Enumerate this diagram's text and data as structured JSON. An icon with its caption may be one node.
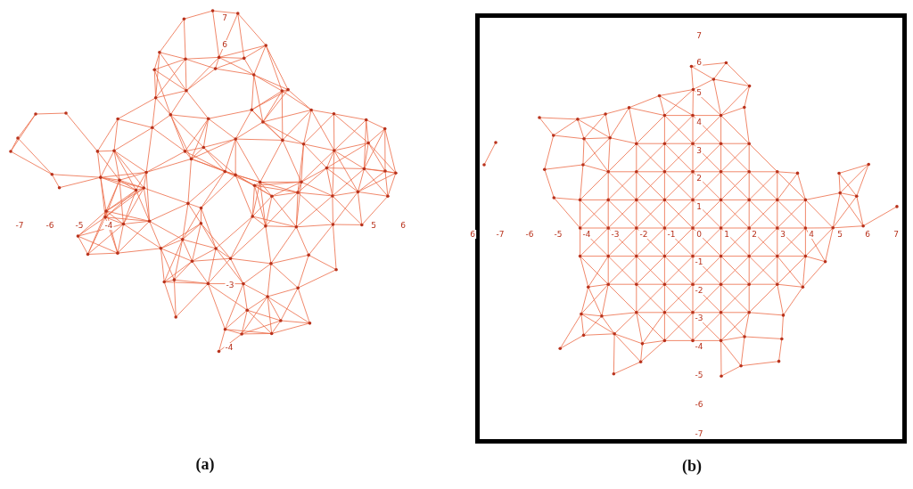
{
  "diagram": {
    "labels": [
      "7",
      "6",
      "-7",
      "-6",
      "-5",
      "-4",
      "5",
      "6",
      "-3",
      "-4",
      "7",
      "6",
      "5",
      "4",
      "3",
      "2",
      "1",
      "6",
      "-7",
      "-6",
      "-5",
      "-4",
      "-3",
      "-2",
      "-1",
      "0",
      "1",
      "2",
      "3",
      "4",
      "5",
      "6",
      "7",
      "-1",
      "-2",
      "-3",
      "-4",
      "-5",
      "-6",
      "-7",
      "(a)",
      "(b)"
    ]
  }
}
